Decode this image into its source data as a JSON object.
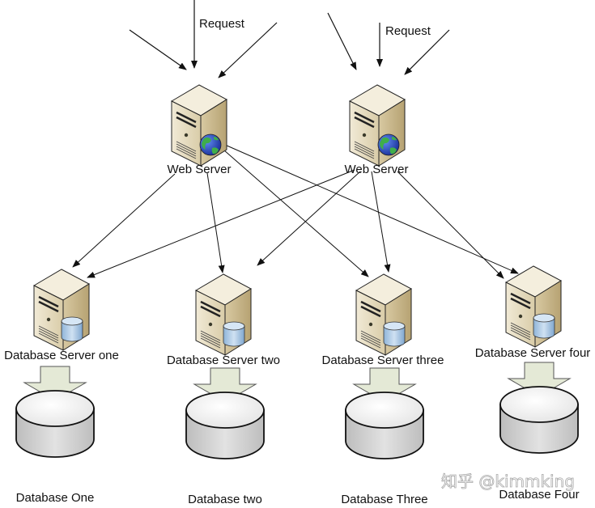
{
  "diagram": {
    "request_labels": [
      "Request",
      "Request"
    ],
    "web_servers": [
      {
        "id": "ws1",
        "label": "Web Server",
        "icon": "globe-icon"
      },
      {
        "id": "ws2",
        "label": "Web Server",
        "icon": "globe-icon"
      }
    ],
    "db_servers": [
      {
        "id": "dbs1",
        "label": "Database Server one",
        "icon": "database-cylinder-icon"
      },
      {
        "id": "dbs2",
        "label": "Database Server two",
        "icon": "database-cylinder-icon"
      },
      {
        "id": "dbs3",
        "label": "Database Server three",
        "icon": "database-cylinder-icon"
      },
      {
        "id": "dbs4",
        "label": "Database Server four",
        "icon": "database-cylinder-icon"
      }
    ],
    "databases": [
      {
        "id": "db1",
        "label": "Database One"
      },
      {
        "id": "db2",
        "label": "Database two"
      },
      {
        "id": "db3",
        "label": "Database Three"
      },
      {
        "id": "db4",
        "label": "Database Four"
      }
    ],
    "edges": [
      {
        "from": "ws1",
        "to": "dbs1"
      },
      {
        "from": "ws1",
        "to": "dbs2"
      },
      {
        "from": "ws1",
        "to": "dbs3"
      },
      {
        "from": "ws1",
        "to": "dbs4"
      },
      {
        "from": "ws2",
        "to": "dbs1"
      },
      {
        "from": "ws2",
        "to": "dbs2"
      },
      {
        "from": "ws2",
        "to": "dbs3"
      },
      {
        "from": "ws2",
        "to": "dbs4"
      },
      {
        "from": "dbs1",
        "to": "db1",
        "style": "block-arrow"
      },
      {
        "from": "dbs2",
        "to": "db2",
        "style": "block-arrow"
      },
      {
        "from": "dbs3",
        "to": "db3",
        "style": "block-arrow"
      },
      {
        "from": "dbs4",
        "to": "db4",
        "style": "block-arrow"
      }
    ],
    "incoming_requests_per_web_server": 3,
    "watermark": "知乎 @kimmking",
    "colors": {
      "server_front": "#e6dcc4",
      "server_side": "#c9b88f",
      "server_top": "#f3eddc",
      "block_arrow": "#e3e8d5",
      "db_top": "#f4f4f4",
      "db_side": "#c8c8c8",
      "db_icon": "#9cc0e0",
      "globe_ocean": "#2a4fbf",
      "globe_land": "#3aa84a",
      "line": "#111111"
    }
  }
}
